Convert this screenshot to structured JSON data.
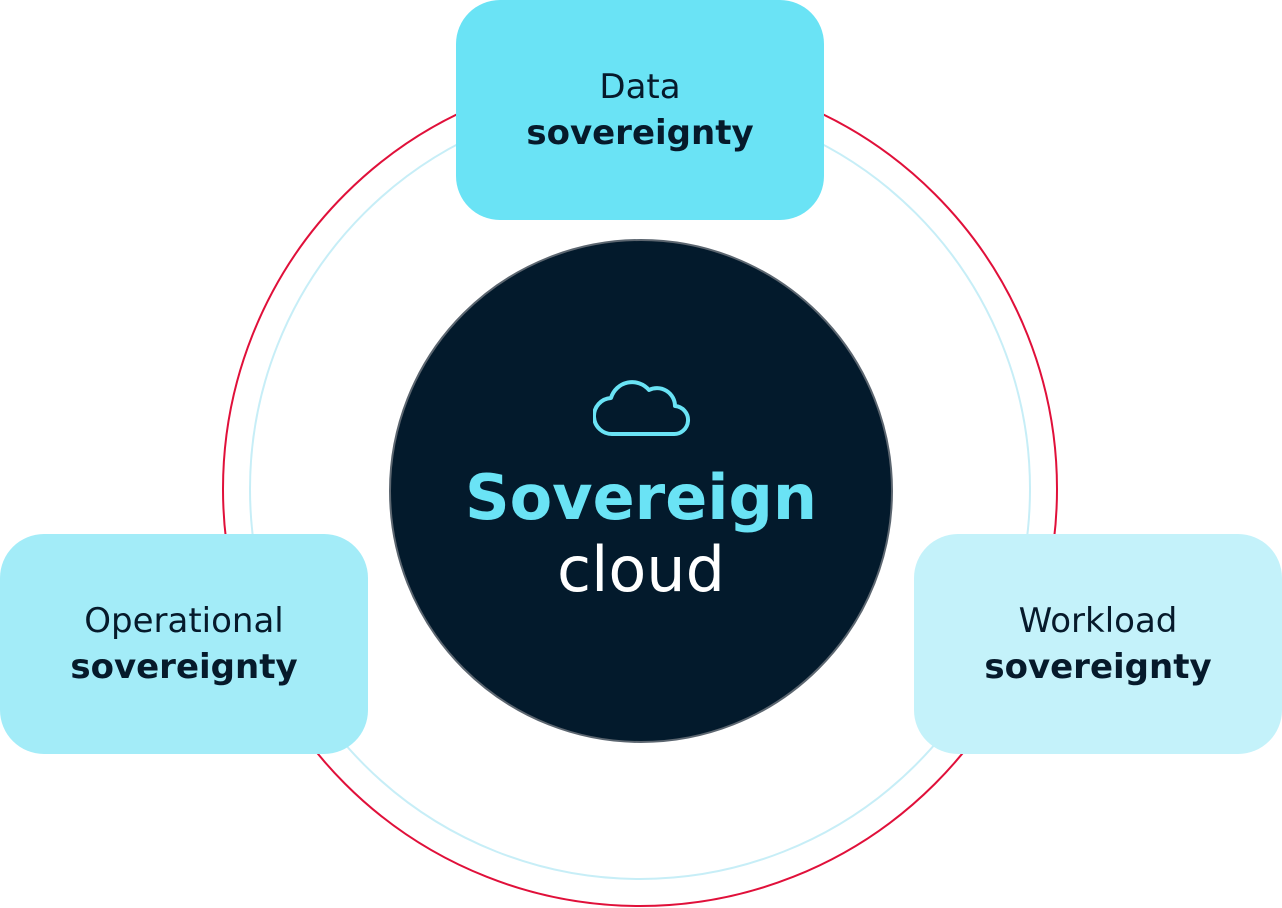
{
  "diagram": {
    "center": {
      "icon": "cloud-icon",
      "title": "Sovereign",
      "subtitle": "cloud"
    },
    "nodes": [
      {
        "line1": "Data",
        "line2": "sovereignty"
      },
      {
        "line1": "Operational",
        "line2": "sovereignty"
      },
      {
        "line1": "Workload",
        "line2": "sovereignty"
      }
    ]
  },
  "colors": {
    "outer_ring": "#e0103a",
    "inner_ring": "#c7eef7",
    "center_fill": "#031a2c",
    "accent": "#6ae3f5",
    "text_dark": "#061a2b",
    "node_data": "#6ae3f5",
    "node_operational": "#a3ecf8",
    "node_workload": "#c4f2fa"
  }
}
